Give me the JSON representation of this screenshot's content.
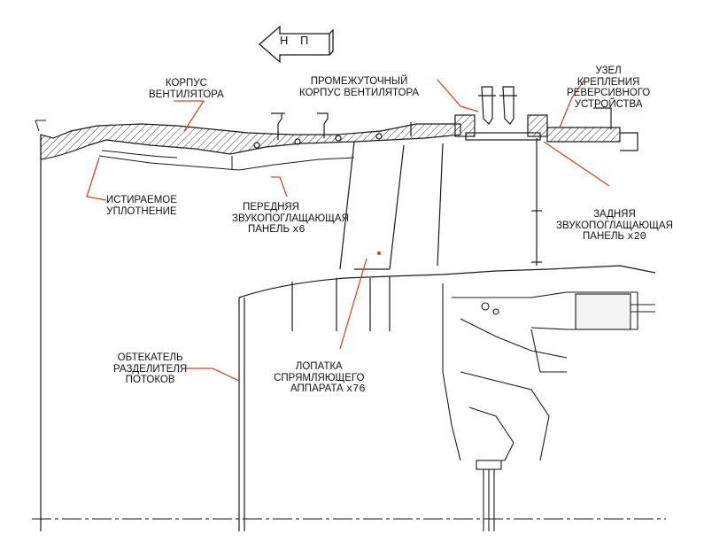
{
  "direction_marker": "Н П",
  "labels": {
    "fan_case": [
      "КОРПУС",
      "ВЕНТИЛЯТОРА"
    ],
    "intermediate_case": [
      "ПРОМЕЖУТОЧНЫЙ",
      "КОРПУС ВЕНТИЛЯТОРА"
    ],
    "reverser_mount": [
      "УЗЕЛ",
      "КРЕПЛЕНИЯ",
      "РЕВЕРСИВНОГО",
      "УСТРОЙСТВА"
    ],
    "abradable_seal": [
      "ИСТИРАЕМОЕ",
      "УПЛОТНЕНИЕ"
    ],
    "front_acoustic_panel": {
      "lines": [
        "ПЕРЕДНЯЯ",
        "ЗВУКОПОГЛАЩАЮЩАЯ"
      ],
      "last": "ПАНЕЛЬ",
      "qty": "x6"
    },
    "rear_acoustic_panel": {
      "lines": [
        "ЗАДНЯЯ",
        "ЗВУКОПОГЛАЩАЮЩАЯ"
      ],
      "last": "ПАНЕЛЬ",
      "qty": "x20"
    },
    "splitter_fairing": [
      "ОБТЕКАТЕЛЬ",
      "РАЗДЕЛИТЕЛЯ",
      "ПОТОКОВ"
    ],
    "stator_vane": {
      "lines": [
        "ЛОПАТКА",
        "СПРЯМЛЯЮЩЕГО"
      ],
      "last": "АППАРАТА",
      "qty": "x76"
    }
  },
  "colors": {
    "leader": "#d24a2a",
    "line": "#1a1a1a",
    "hatch": "#333333"
  }
}
